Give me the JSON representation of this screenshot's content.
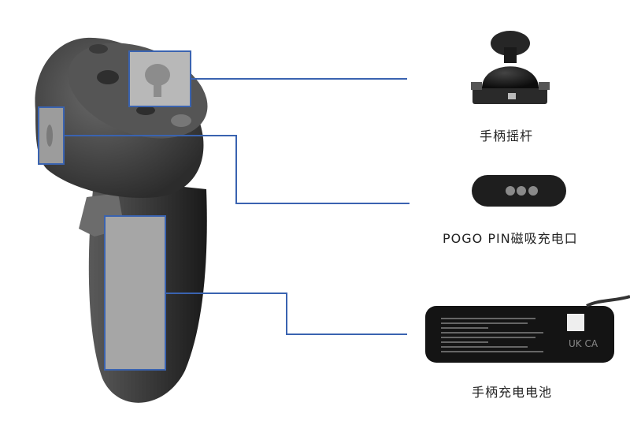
{
  "diagram": {
    "subject": "VR controller (handle)",
    "line_color": "#3a63b0",
    "components": [
      {
        "id": "joystick",
        "label": "手柄摇杆",
        "highlight": "thumbstick on top face"
      },
      {
        "id": "pogo",
        "label": "POGO PIN磁吸充电口",
        "highlight": "side magnetic charging port"
      },
      {
        "id": "battery",
        "label": "手柄充电电池",
        "highlight": "grip battery compartment"
      }
    ],
    "battery_marking": "UK CA"
  }
}
